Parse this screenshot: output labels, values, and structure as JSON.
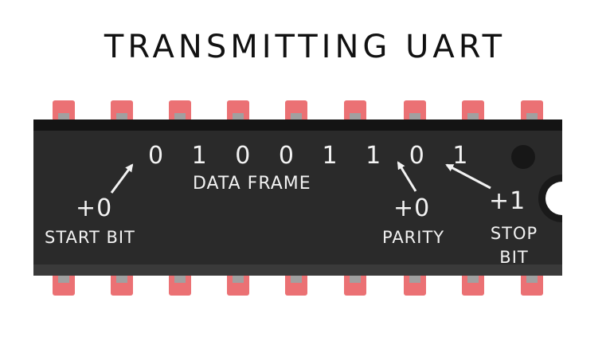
{
  "title": "TRANSMITTING UART",
  "chip": {
    "bits": "0 1 0 0 1 1 0 1",
    "data_frame_label": "DATA FRAME",
    "start_bit": {
      "value": "+0",
      "label": "START BIT"
    },
    "parity": {
      "value": "+0",
      "label": "PARITY"
    },
    "stop_bit": {
      "value": "+1",
      "label": "STOP BIT"
    }
  },
  "colors": {
    "chip_body": "#2a2a2a",
    "pin_glow": "#e8585c",
    "pin_core": "#9a9a9a",
    "label_text": "#f2f2f2",
    "title_text": "#111111"
  }
}
